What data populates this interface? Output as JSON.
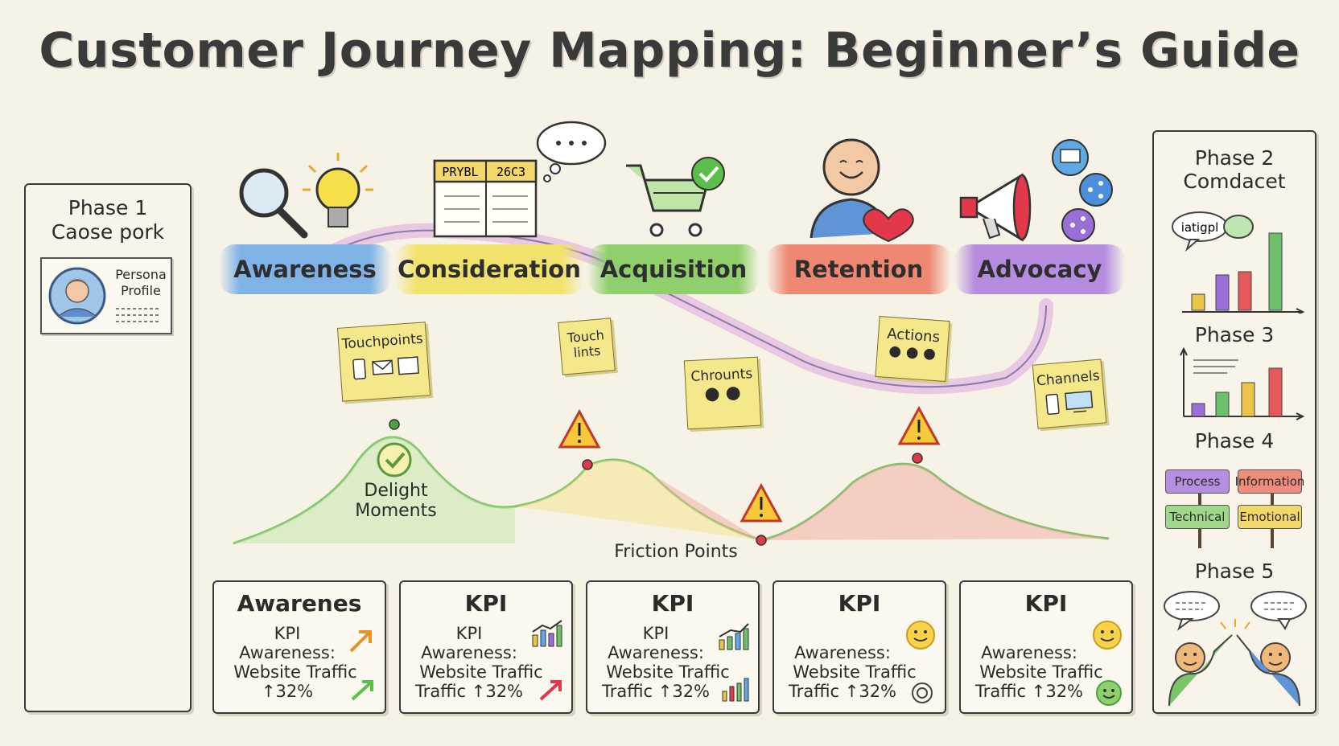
{
  "title": "Customer Journey Mapping: Beginner’s Guide",
  "left_panel": {
    "phase": "Phase 1",
    "subtitle": "Caose pork",
    "persona_label_1": "Persona",
    "persona_label_2": "Profile"
  },
  "stages": [
    {
      "label": "Awareness",
      "color": "#7fb3e6"
    },
    {
      "label": "Consideration",
      "color": "#f1e26b"
    },
    {
      "label": "Acquisition",
      "color": "#8fd06c"
    },
    {
      "label": "Retention",
      "color": "#ee8873"
    },
    {
      "label": "Advocacy",
      "color": "#b68ce0"
    }
  ],
  "clipboard_text": {
    "left": "PRYBL",
    "right": "26C3"
  },
  "notes": {
    "touchpoints": "Touchpoints",
    "touch_ints_1": "Touch",
    "touch_ints_2": "lints",
    "chrounts": "Chrounts",
    "actions": "Actions",
    "channels": "Channels"
  },
  "curve": {
    "delight_1": "Delight",
    "delight_2": "Moments",
    "friction": "Friction Points"
  },
  "kpis": [
    {
      "head": "Awarenes",
      "sub": "KPI",
      "line1": "Awareness:",
      "line2": "Website Traffic",
      "line3": "↑32%"
    },
    {
      "head": "KPI",
      "sub": "KPI",
      "line1": "Awareness:",
      "line2": "Website Traffic",
      "line3": "Traffic ↑32%"
    },
    {
      "head": "KPI",
      "sub": "KPI",
      "line1": "Awareness:",
      "line2": "Website Traffic",
      "line3": "Traffic ↑32%"
    },
    {
      "head": "KPI",
      "sub": "",
      "line1": "Awareness:",
      "line2": "Website Traffic",
      "line3": "Traffic ↑32%"
    },
    {
      "head": "KPI",
      "sub": "",
      "line1": "Awareness:",
      "line2": "Website Traffic",
      "line3": "Traffic ↑32%"
    }
  ],
  "right_panel": {
    "phase2_1": "Phase 2",
    "phase2_2": "Comdacet",
    "bubble": "iatigpl",
    "phase3": "Phase 3",
    "phase4": "Phase 4",
    "tags": [
      "Process",
      "Information",
      "Technical",
      "Emotional"
    ],
    "phase5": "Phase 5"
  }
}
